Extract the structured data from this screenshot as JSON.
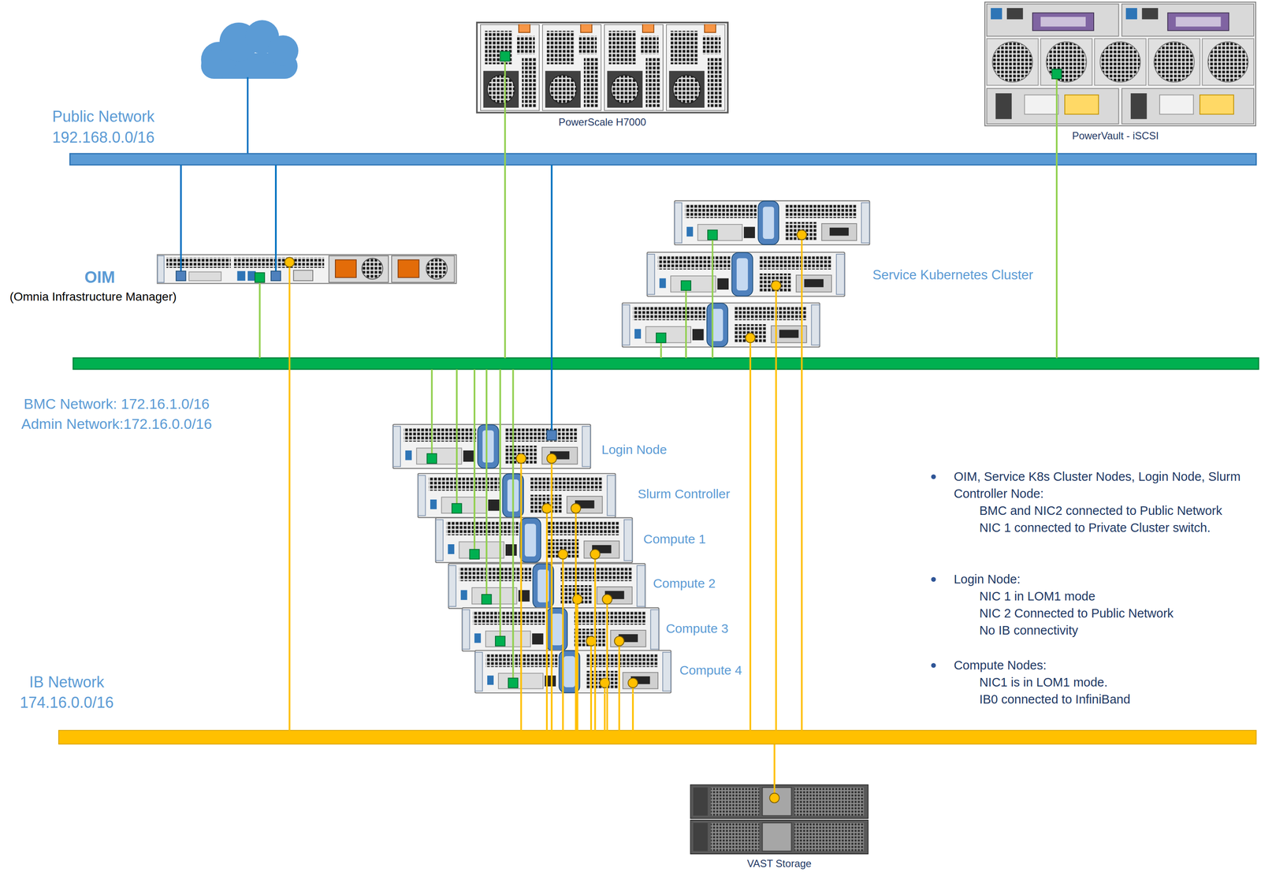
{
  "diagram": {
    "nodes": [
      {
        "text": [
          "Public Network",
          "192.168.0.0/16"
        ]
      },
      {
        "text": [
          "PowerScale H7000"
        ]
      },
      {
        "text": [
          "PowerVault - iSCSI"
        ]
      },
      {
        "text": [
          "OIM",
          "(Omnia Infrastructure Manager)"
        ]
      },
      {
        "text": [
          "Service Kubernetes Cluster"
        ]
      },
      {
        "text": [
          "BMC Network: 172.16.1.0/16",
          "Admin Network:172.16.0.0/16"
        ]
      },
      {
        "text": [
          "Login Node"
        ]
      },
      {
        "text": [
          "Slurm Controller"
        ]
      },
      {
        "text": [
          "Compute 1"
        ]
      },
      {
        "text": [
          "Compute 2"
        ]
      },
      {
        "text": [
          "Compute 3"
        ]
      },
      {
        "text": [
          "Compute 4"
        ]
      },
      {
        "text": [
          "IB Network",
          "174.16.0.0/16"
        ]
      },
      {
        "text": [
          "VAST Storage"
        ]
      }
    ],
    "edges": [
      {
        "from": 3,
        "to": 0,
        "arrow": "none"
      },
      {
        "from": 3,
        "to": 0,
        "arrow": "none"
      },
      {
        "from": 3,
        "to": 5,
        "arrow": "none"
      },
      {
        "from": 3,
        "to": 12,
        "arrow": "none"
      },
      {
        "from": 1,
        "to": 5,
        "arrow": "none"
      },
      {
        "from": 2,
        "to": 5,
        "arrow": "none"
      },
      {
        "from": 0,
        "to": 6,
        "arrow": "none"
      },
      {
        "from": 4,
        "to": 5,
        "arrow": "none"
      },
      {
        "from": 4,
        "to": 5,
        "arrow": "none"
      },
      {
        "from": 4,
        "to": 5,
        "arrow": "none"
      },
      {
        "from": 4,
        "to": 12,
        "arrow": "none"
      },
      {
        "from": 4,
        "to": 12,
        "arrow": "none"
      },
      {
        "from": 4,
        "to": 12,
        "arrow": "none"
      },
      {
        "from": 6,
        "to": 5,
        "arrow": "none"
      },
      {
        "from": 7,
        "to": 5,
        "arrow": "none"
      },
      {
        "from": 8,
        "to": 5,
        "arrow": "none"
      },
      {
        "from": 9,
        "to": 5,
        "arrow": "none"
      },
      {
        "from": 10,
        "to": 5,
        "arrow": "none"
      },
      {
        "from": 11,
        "to": 5,
        "arrow": "none"
      },
      {
        "from": 6,
        "to": 12,
        "arrow": "none"
      },
      {
        "from": 6,
        "to": 12,
        "arrow": "none"
      },
      {
        "from": 7,
        "to": 12,
        "arrow": "none"
      },
      {
        "from": 7,
        "to": 12,
        "arrow": "none"
      },
      {
        "from": 8,
        "to": 12,
        "arrow": "none"
      },
      {
        "from": 8,
        "to": 12,
        "arrow": "none"
      },
      {
        "from": 9,
        "to": 12,
        "arrow": "none"
      },
      {
        "from": 9,
        "to": 12,
        "arrow": "none"
      },
      {
        "from": 10,
        "to": 12,
        "arrow": "none"
      },
      {
        "from": 10,
        "to": 12,
        "arrow": "none"
      },
      {
        "from": 11,
        "to": 12,
        "arrow": "none"
      },
      {
        "from": 11,
        "to": 12,
        "arrow": "none"
      },
      {
        "from": 12,
        "to": 13,
        "arrow": "none"
      }
    ],
    "labels": [
      "OIM, Service K8s Cluster Nodes, Login Node, Slurm Controller Node:",
      "BMC and NIC2 connected to Public Network",
      "NIC 1 connected to Private Cluster switch.",
      "Login Node:",
      "NIC 1 in LOM1 mode",
      "NIC 2 Connected to Public Network",
      "No IB connectivity",
      "Compute Nodes:",
      "NIC1 is in LOM1 mode.",
      "IB0 connected to InfiniBand"
    ]
  }
}
